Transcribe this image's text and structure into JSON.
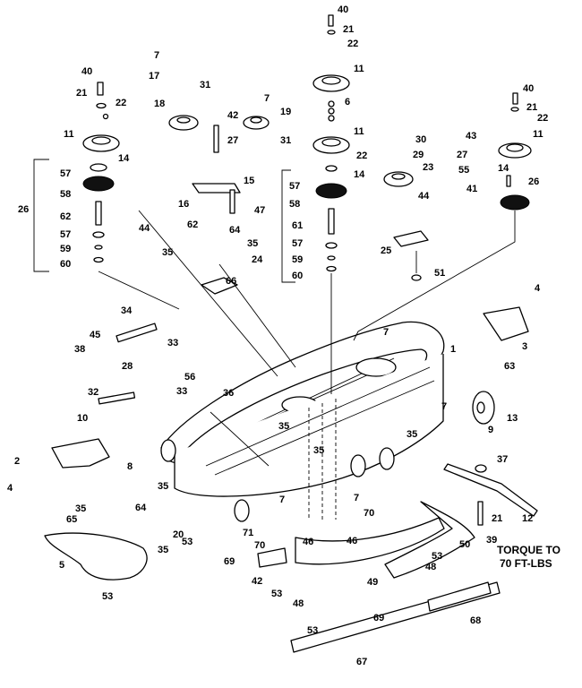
{
  "torque_note": {
    "line1": "TORQUE TO",
    "line2": "70 FT-LBS"
  },
  "callouts": [
    {
      "id": "c-40a",
      "text": "40"
    },
    {
      "id": "c-21a",
      "text": "21"
    },
    {
      "id": "c-22a",
      "text": "22"
    },
    {
      "id": "c-11a",
      "text": "11"
    },
    {
      "id": "c-6",
      "text": "6"
    },
    {
      "id": "c-11b",
      "text": "11"
    },
    {
      "id": "c-22b",
      "text": "22"
    },
    {
      "id": "c-14a",
      "text": "14"
    },
    {
      "id": "c-57a",
      "text": "57"
    },
    {
      "id": "c-58a",
      "text": "58"
    },
    {
      "id": "c-61",
      "text": "61"
    },
    {
      "id": "c-57b",
      "text": "57"
    },
    {
      "id": "c-59a",
      "text": "59"
    },
    {
      "id": "c-60a",
      "text": "60"
    },
    {
      "id": "c-24",
      "text": "24"
    },
    {
      "id": "c-7a",
      "text": "7"
    },
    {
      "id": "c-17",
      "text": "17"
    },
    {
      "id": "c-31a",
      "text": "31"
    },
    {
      "id": "c-18",
      "text": "18"
    },
    {
      "id": "c-7b",
      "text": "7"
    },
    {
      "id": "c-19",
      "text": "19"
    },
    {
      "id": "c-42a",
      "text": "42"
    },
    {
      "id": "c-31b",
      "text": "31"
    },
    {
      "id": "c-27a",
      "text": "27"
    },
    {
      "id": "c-15",
      "text": "15"
    },
    {
      "id": "c-16",
      "text": "16"
    },
    {
      "id": "c-47",
      "text": "47"
    },
    {
      "id": "c-62a",
      "text": "62"
    },
    {
      "id": "c-64a",
      "text": "64"
    },
    {
      "id": "c-35a",
      "text": "35"
    },
    {
      "id": "c-35b",
      "text": "35"
    },
    {
      "id": "c-66",
      "text": "66"
    },
    {
      "id": "c-44a",
      "text": "44"
    },
    {
      "id": "c-40b",
      "text": "40"
    },
    {
      "id": "c-21b",
      "text": "21"
    },
    {
      "id": "c-22c",
      "text": "22"
    },
    {
      "id": "c-11c",
      "text": "11"
    },
    {
      "id": "c-14b",
      "text": "14"
    },
    {
      "id": "c-57c",
      "text": "57"
    },
    {
      "id": "c-58b",
      "text": "58"
    },
    {
      "id": "c-62b",
      "text": "62"
    },
    {
      "id": "c-57d",
      "text": "57"
    },
    {
      "id": "c-59b",
      "text": "59"
    },
    {
      "id": "c-60b",
      "text": "60"
    },
    {
      "id": "c-26a",
      "text": "26"
    },
    {
      "id": "c-30",
      "text": "30"
    },
    {
      "id": "c-29",
      "text": "29"
    },
    {
      "id": "c-23",
      "text": "23"
    },
    {
      "id": "c-43",
      "text": "43"
    },
    {
      "id": "c-27b",
      "text": "27"
    },
    {
      "id": "c-55",
      "text": "55"
    },
    {
      "id": "c-41",
      "text": "41"
    },
    {
      "id": "c-44b",
      "text": "44"
    },
    {
      "id": "c-25",
      "text": "25"
    },
    {
      "id": "c-51",
      "text": "51"
    },
    {
      "id": "c-40c",
      "text": "40"
    },
    {
      "id": "c-21c",
      "text": "21"
    },
    {
      "id": "c-22d",
      "text": "22"
    },
    {
      "id": "c-11d",
      "text": "11"
    },
    {
      "id": "c-14c",
      "text": "14"
    },
    {
      "id": "c-26b",
      "text": "26"
    },
    {
      "id": "c-4a",
      "text": "4"
    },
    {
      "id": "c-3",
      "text": "3"
    },
    {
      "id": "c-34",
      "text": "34"
    },
    {
      "id": "c-45",
      "text": "45"
    },
    {
      "id": "c-38",
      "text": "38"
    },
    {
      "id": "c-33a",
      "text": "33"
    },
    {
      "id": "c-28",
      "text": "28"
    },
    {
      "id": "c-33b",
      "text": "33"
    },
    {
      "id": "c-7c",
      "text": "7"
    },
    {
      "id": "c-1",
      "text": "1"
    },
    {
      "id": "c-63",
      "text": "63"
    },
    {
      "id": "c-56",
      "text": "56"
    },
    {
      "id": "c-36",
      "text": "36"
    },
    {
      "id": "c-32",
      "text": "32"
    },
    {
      "id": "c-10",
      "text": "10"
    },
    {
      "id": "c-7d",
      "text": "7"
    },
    {
      "id": "c-13",
      "text": "13"
    },
    {
      "id": "c-9",
      "text": "9"
    },
    {
      "id": "c-35c",
      "text": "35"
    },
    {
      "id": "c-35d",
      "text": "35"
    },
    {
      "id": "c-35e",
      "text": "35"
    },
    {
      "id": "c-2",
      "text": "2"
    },
    {
      "id": "c-8",
      "text": "8"
    },
    {
      "id": "c-37",
      "text": "37"
    },
    {
      "id": "c-4b",
      "text": "4"
    },
    {
      "id": "c-35f",
      "text": "35"
    },
    {
      "id": "c-7e",
      "text": "7"
    },
    {
      "id": "c-7f",
      "text": "7"
    },
    {
      "id": "c-70a",
      "text": "70"
    },
    {
      "id": "c-12",
      "text": "12"
    },
    {
      "id": "c-35g",
      "text": "35"
    },
    {
      "id": "c-65",
      "text": "65"
    },
    {
      "id": "c-64b",
      "text": "64"
    },
    {
      "id": "c-20",
      "text": "20"
    },
    {
      "id": "c-53a",
      "text": "53"
    },
    {
      "id": "c-71",
      "text": "71"
    },
    {
      "id": "c-70b",
      "text": "70"
    },
    {
      "id": "c-21d",
      "text": "21"
    },
    {
      "id": "c-39",
      "text": "39"
    },
    {
      "id": "c-35h",
      "text": "35"
    },
    {
      "id": "c-5",
      "text": "5"
    },
    {
      "id": "c-69a",
      "text": "69"
    },
    {
      "id": "c-46a",
      "text": "46"
    },
    {
      "id": "c-46b",
      "text": "46"
    },
    {
      "id": "c-53b",
      "text": "53"
    },
    {
      "id": "c-50",
      "text": "50"
    },
    {
      "id": "c-42b",
      "text": "42"
    },
    {
      "id": "c-48a",
      "text": "48"
    },
    {
      "id": "c-53c",
      "text": "53"
    },
    {
      "id": "c-49",
      "text": "49"
    },
    {
      "id": "c-48b",
      "text": "48"
    },
    {
      "id": "c-53d",
      "text": "53"
    },
    {
      "id": "c-53e",
      "text": "53"
    },
    {
      "id": "c-69b",
      "text": "69"
    },
    {
      "id": "c-68",
      "text": "68"
    },
    {
      "id": "c-67",
      "text": "67"
    }
  ]
}
